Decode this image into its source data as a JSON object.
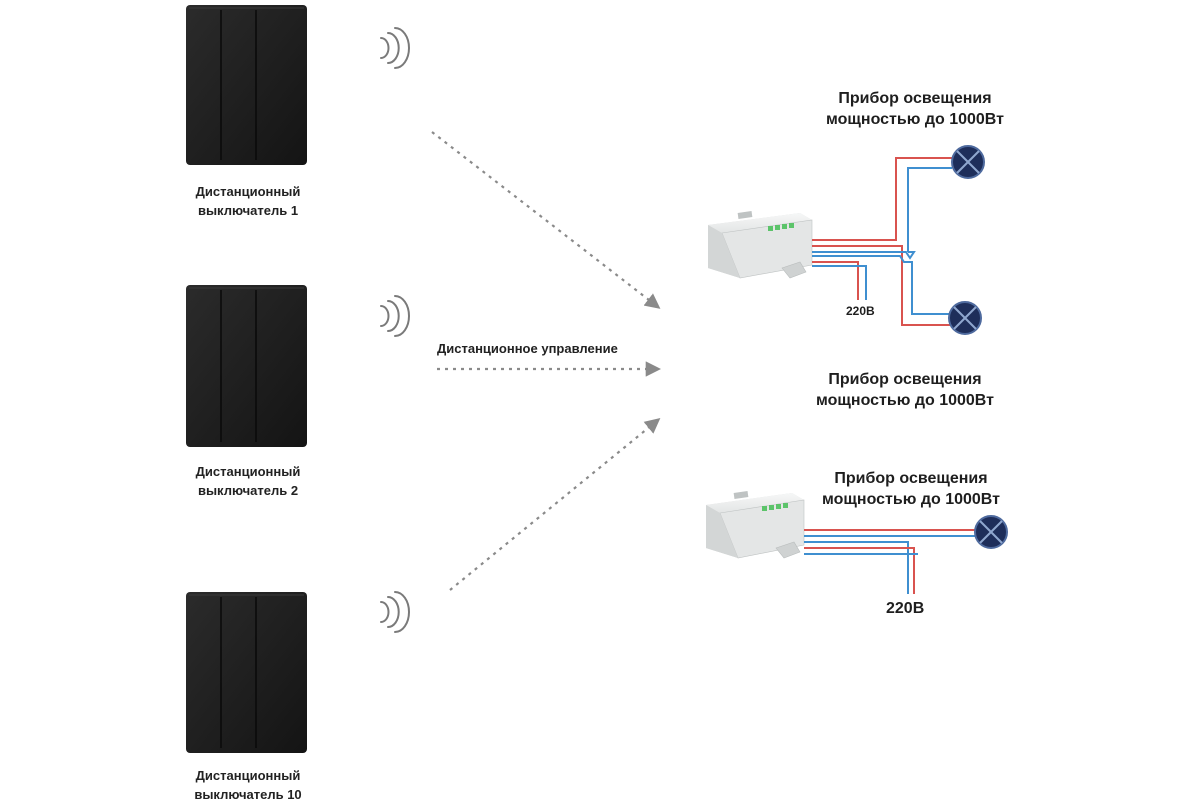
{
  "switches": [
    {
      "line1": "Дистанционный",
      "line2": "выключатель 1"
    },
    {
      "line1": "Дистанционный",
      "line2": "выключатель 2"
    },
    {
      "line1": "Дистанционный",
      "line2": "выключатель 10"
    }
  ],
  "remote_control_label": "Дистанционное управление",
  "lights": [
    {
      "line1": "Прибор освещения",
      "line2": "мощностью до 1000Вт"
    },
    {
      "line1": "Прибор освещения",
      "line2": "мощностью до 1000Вт"
    },
    {
      "line1": "Прибор освещения",
      "line2": "мощностью до 1000Вт"
    }
  ],
  "voltage_labels": [
    "220В",
    "220В"
  ],
  "colors": {
    "switch_body": "#1c1c1c",
    "arrow": "#8a8a8a",
    "wire_phase": "#d9534f",
    "wire_neutral": "#3f8fd0",
    "lamp_fill": "#1e2e5a",
    "relay_body": "#eceeee",
    "relay_led": "#5cc46a"
  }
}
